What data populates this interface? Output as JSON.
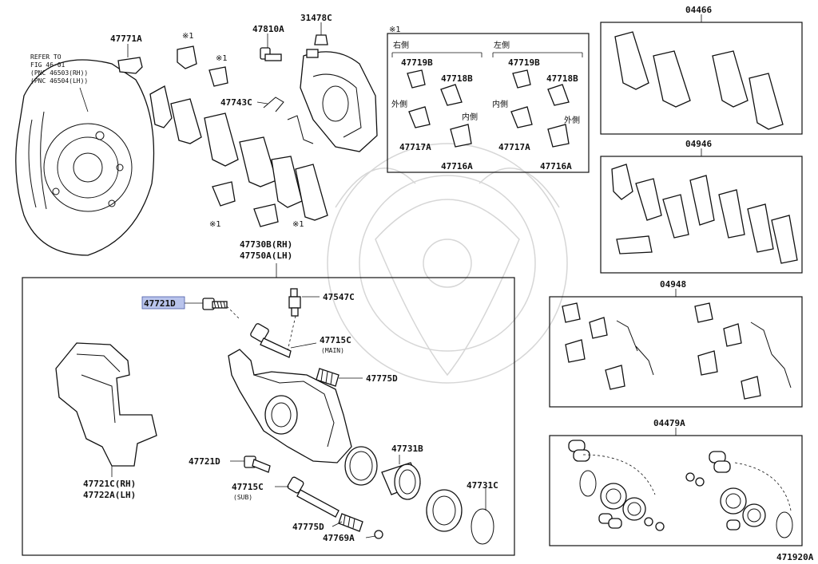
{
  "diagram": {
    "highlighted_part": "47721D",
    "diagram_code": "471920A",
    "backing_plate_note": [
      "REFER TO",
      "FIG 46-01",
      "(PNC 46503(RH))",
      "(PNC 46504(LH))"
    ],
    "note_symbol": "※1",
    "callouts": {
      "p47771A": "47771A",
      "p47810A": "47810A",
      "p31478C": "31478C",
      "p47743C": "47743C",
      "p47730": "47730B(RH)",
      "p47750": "47750A(LH)",
      "p47721D_top": "47721D",
      "p47547C": "47547C",
      "p47715C_main": "47715C",
      "main_note": "(MAIN)",
      "p47775D_top": "47775D",
      "p47731B": "47731B",
      "p47721D_bottom": "47721D",
      "p47715C_sub": "47715C",
      "sub_note": "(SUB)",
      "p47721C": "47721C(RH)",
      "p47722A": "47722A(LH)",
      "p47775D_bottom": "47775D",
      "p47769A": "47769A",
      "p47731C": "47731C",
      "kit_04466": "04466",
      "kit_04946": "04946",
      "kit_04948": "04948",
      "kit_04479A": "04479A"
    },
    "shim_box": {
      "note": "※1",
      "right_side": "右側",
      "left_side": "左側",
      "outer": "外側",
      "inner": "内側",
      "r_47719B": "47719B",
      "r_47718B": "47718B",
      "r_47717A": "47717A",
      "r_47716A": "47716A",
      "l_47719B": "47719B",
      "l_47718B": "47718B",
      "l_47717A": "47717A",
      "l_47716A": "47716A"
    }
  }
}
